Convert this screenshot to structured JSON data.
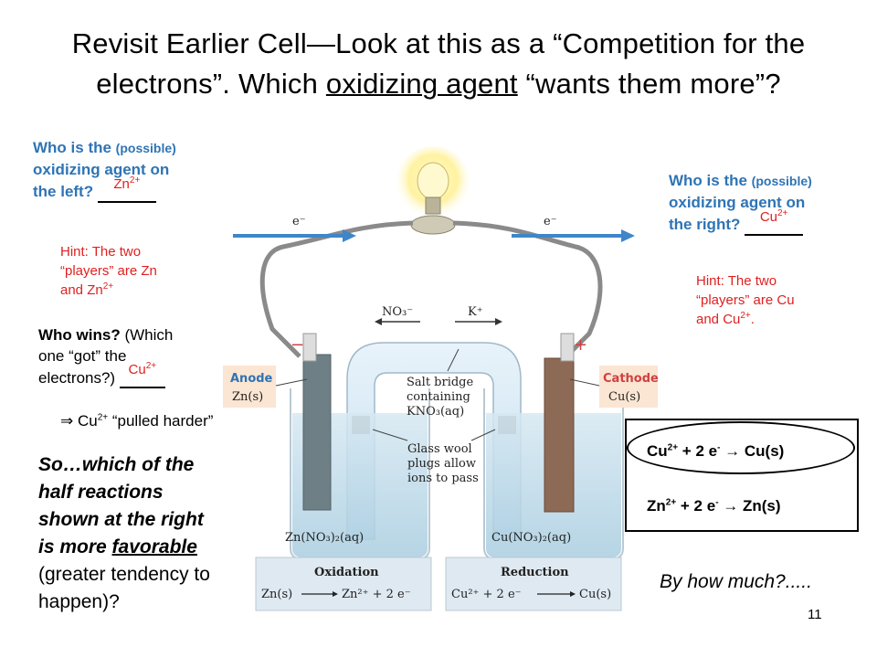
{
  "title": {
    "part1": "Revisit Earlier Cell—Look at this as a “Competition for the electrons”.  Which ",
    "underlined": "oxidizing agent",
    "part2": " “wants them more”?"
  },
  "left_question": {
    "line1_a": "Who is the ",
    "line1_b": "(possible)",
    "line2": "oxidizing agent on",
    "line3": "the left? ",
    "answer": "Zn",
    "answer_sup": "2+"
  },
  "left_hint": {
    "line1": "Hint:  The two",
    "line2": "“players” are Zn",
    "line3": "and Zn",
    "line3_sup": "2+"
  },
  "who_wins": {
    "line1_a": "Who wins?",
    "line1_b": "  (Which",
    "line2": "one “got” the",
    "line3": "electrons?) ",
    "answer": "Cu",
    "answer_sup": "2+"
  },
  "pulled": {
    "arrow": "⇒",
    "text_a": " Cu",
    "sup": "2+",
    "text_b": " “pulled harder”"
  },
  "so_question": {
    "line1": "So…which of the",
    "line2": "half reactions",
    "line3": "shown at the right",
    "line4_a": "is more ",
    "line4_b": "favorable",
    "line5": "(greater tendency to",
    "line6": "happen)?"
  },
  "right_question": {
    "line1_a": "Who is the ",
    "line1_b": "(possible)",
    "line2": "oxidizing agent on",
    "line3": "the right? ",
    "answer": "Cu",
    "answer_sup": "2+"
  },
  "right_hint": {
    "line1": "Hint:  The two",
    "line2": "“players” are Cu",
    "line3": "and Cu",
    "line3_sup": "2+",
    "line3_end": "."
  },
  "equations": {
    "cu": {
      "a": "Cu",
      "sup1": "2+",
      "b": " + 2 e",
      "sup2": "-",
      "arrow": " → ",
      "c": "Cu(s)"
    },
    "zn": {
      "a": "Zn",
      "sup1": "2+",
      "b": " + 2 e",
      "sup2": "-",
      "arrow": " → ",
      "c": "Zn(s)"
    }
  },
  "by_how_much": "By how much?.....",
  "page_number": "11",
  "figure": {
    "electron_left": "e⁻",
    "electron_right": "e⁻",
    "no3": "NO₃⁻",
    "k": "K⁺",
    "minus": "−",
    "plus": "+",
    "anode_1": "Anode",
    "anode_2": "Zn(s)",
    "cathode_1": "Cathode",
    "cathode_2": "Cu(s)",
    "salt_1": "Salt bridge",
    "salt_2": "containing",
    "salt_3": "KNO₃(aq)",
    "glass_1": "Glass wool",
    "glass_2": "plugs allow",
    "glass_3": "ions to pass",
    "left_solution": "Zn(NO₃)₂(aq)",
    "right_solution": "Cu(NO₃)₂(aq)",
    "oxidation_title": "Oxidation",
    "oxidation_eq_a": "Zn(s)",
    "oxidation_eq_b": "Zn²⁺ + 2 e⁻",
    "reduction_title": "Reduction",
    "reduction_eq_a": "Cu²⁺ + 2 e⁻",
    "reduction_eq_b": "Cu(s)"
  }
}
